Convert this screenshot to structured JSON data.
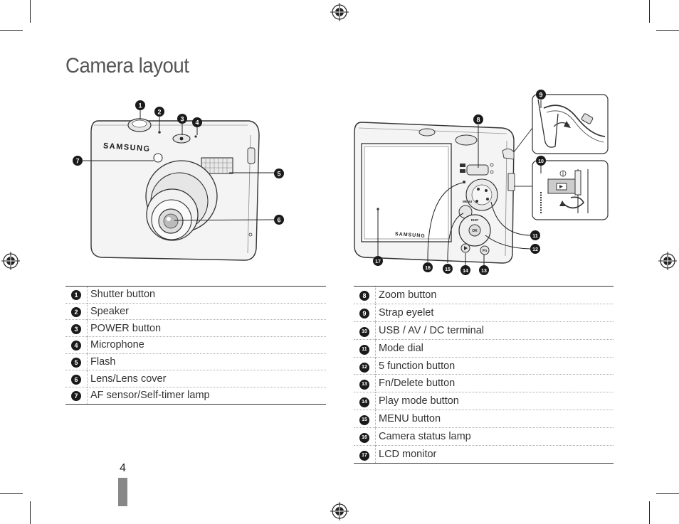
{
  "page": {
    "title": "Camera layout",
    "page_number": "4"
  },
  "front_camera": {
    "brand": "SAMSUNG",
    "callouts": [
      "1",
      "2",
      "3",
      "4",
      "5",
      "6",
      "7"
    ]
  },
  "back_camera": {
    "brand": "SAMSUNG",
    "callouts": [
      "8",
      "9",
      "10",
      "11",
      "12",
      "13",
      "14",
      "15",
      "16",
      "17"
    ],
    "button_labels": {
      "ok": "OK",
      "disp": "DISP",
      "menu": "MENU",
      "fn": "Fn"
    }
  },
  "legend_left": [
    {
      "num": "1",
      "label": "Shutter button"
    },
    {
      "num": "2",
      "label": "Speaker"
    },
    {
      "num": "3",
      "label": "POWER button"
    },
    {
      "num": "4",
      "label": "Microphone"
    },
    {
      "num": "5",
      "label": "Flash"
    },
    {
      "num": "6",
      "label": "Lens/Lens cover"
    },
    {
      "num": "7",
      "label": "AF sensor/Self-timer lamp"
    }
  ],
  "legend_right": [
    {
      "num": "8",
      "label": "Zoom button"
    },
    {
      "num": "9",
      "label": "Strap eyelet"
    },
    {
      "num": "10",
      "label": "USB / AV / DC terminal"
    },
    {
      "num": "11",
      "label": "Mode dial"
    },
    {
      "num": "12",
      "label": "5 function button"
    },
    {
      "num": "13",
      "label": "Fn/Delete button"
    },
    {
      "num": "14",
      "label": "Play mode button"
    },
    {
      "num": "15",
      "label": "MENU button"
    },
    {
      "num": "16",
      "label": "Camera status lamp"
    },
    {
      "num": "17",
      "label": "LCD monitor"
    }
  ]
}
